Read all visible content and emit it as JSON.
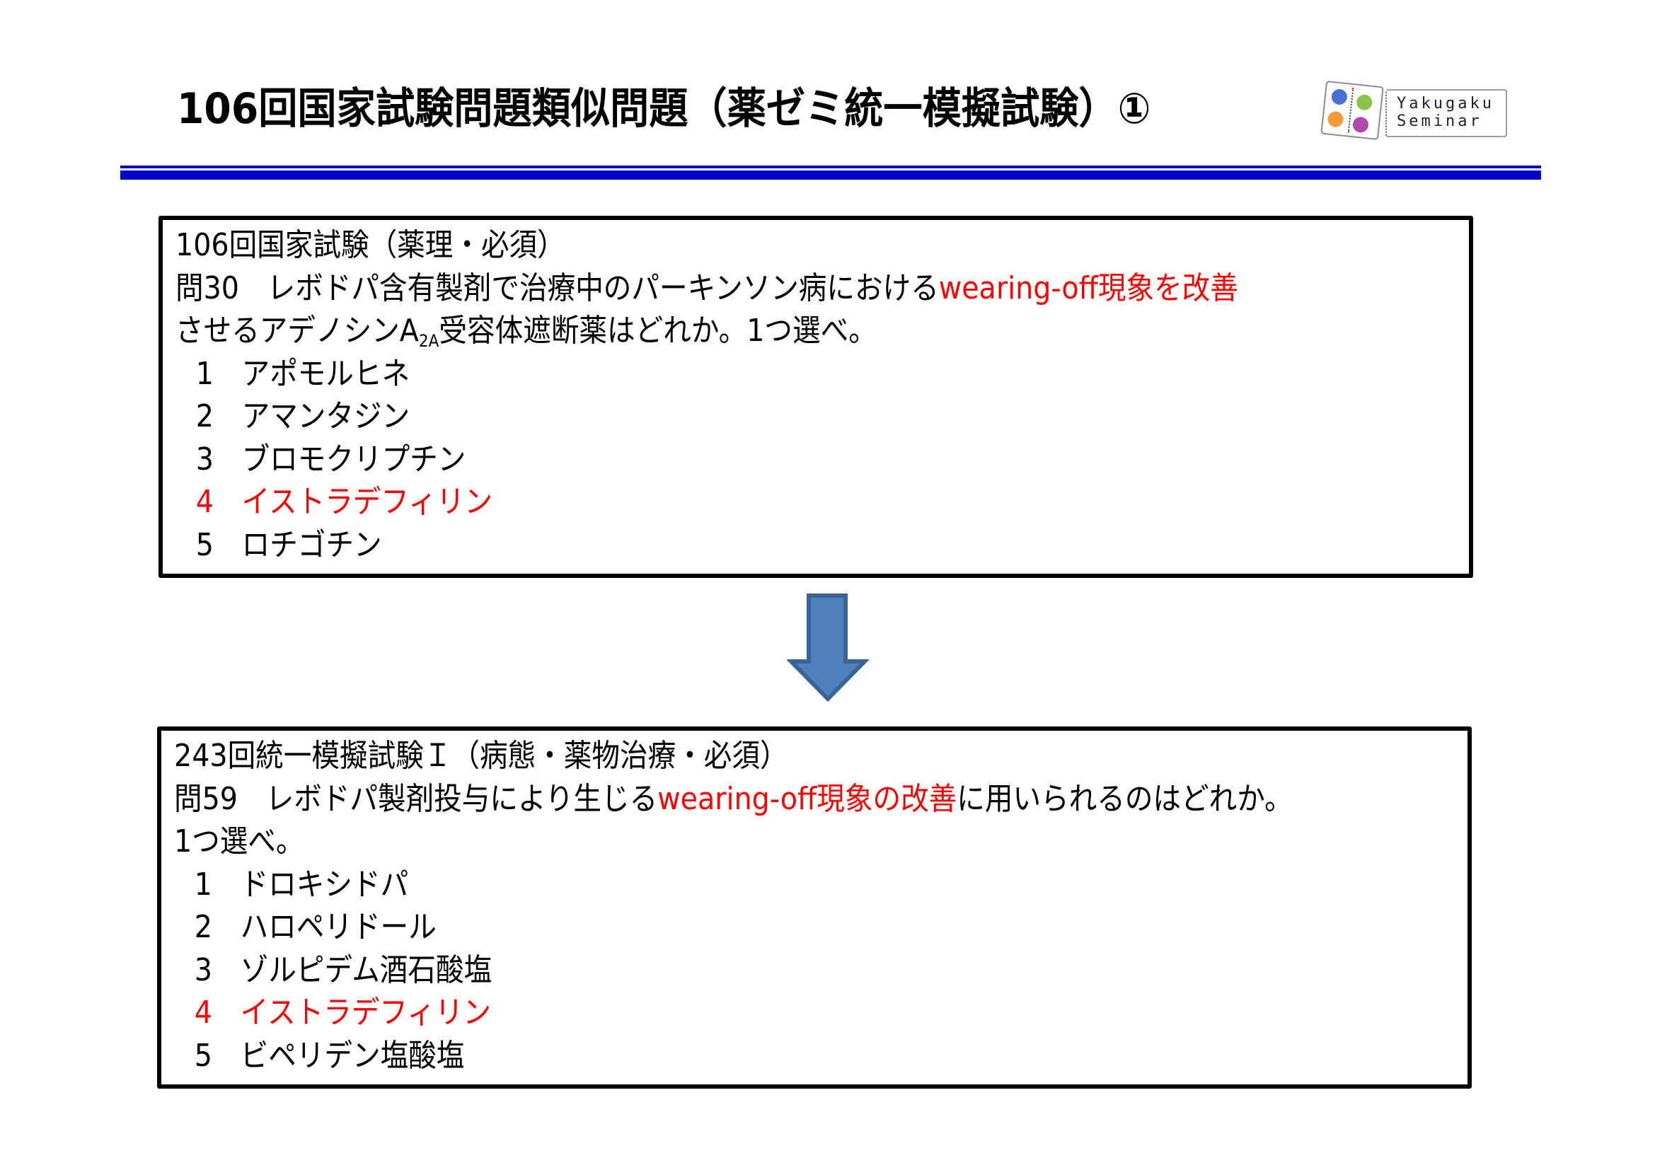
{
  "header": {
    "title": "106回国家試験問題類似問題（薬ゼミ統一模擬試験）①",
    "logo": {
      "line1": "Yakugaku",
      "line2": "Seminar",
      "dot_colors": [
        "#4a6fd0",
        "#8bc34a",
        "#f7983a",
        "#b04aa8"
      ]
    },
    "rule_color": "#0000c8"
  },
  "question1": {
    "header": "106回国家試験（薬理・必須）",
    "stem_prefix": "問30　レボドパ含有製剤で治療中のパーキンソン病における",
    "stem_highlight": "wearing-off現象を改善",
    "stem_line2_a": "させるアデノシンA",
    "stem_line2_sub": "2A",
    "stem_line2_b": "受容体遮断薬はどれか。1つ選べ。",
    "options": [
      {
        "num": "1",
        "text": "アポモルヒネ",
        "correct": false
      },
      {
        "num": "2",
        "text": "アマンタジン",
        "correct": false
      },
      {
        "num": "3",
        "text": "ブロモクリプチン",
        "correct": false
      },
      {
        "num": "4",
        "text": "イストラデフィリン",
        "correct": true
      },
      {
        "num": "5",
        "text": "ロチゴチン",
        "correct": false
      }
    ]
  },
  "arrow": {
    "icon": "down-arrow-icon",
    "fill": "#4f81bd",
    "stroke": "#3a6496"
  },
  "question2": {
    "header": "243回統一模擬試験Ｉ（病態・薬物治療・必須）",
    "stem_prefix": "問59　レボドパ製剤投与により生じる",
    "stem_highlight": "wearing-off現象の改善",
    "stem_suffix": "に用いられるのはどれか。",
    "stem_line2": "1つ選べ。",
    "options": [
      {
        "num": "1",
        "text": "ドロキシドパ",
        "correct": false
      },
      {
        "num": "2",
        "text": "ハロペリドール",
        "correct": false
      },
      {
        "num": "3",
        "text": "ゾルピデム酒石酸塩",
        "correct": false
      },
      {
        "num": "4",
        "text": "イストラデフィリン",
        "correct": true
      },
      {
        "num": "5",
        "text": "ビペリデン塩酸塩",
        "correct": false
      }
    ]
  },
  "colors": {
    "highlight": "#ff0000",
    "text": "#000000"
  }
}
